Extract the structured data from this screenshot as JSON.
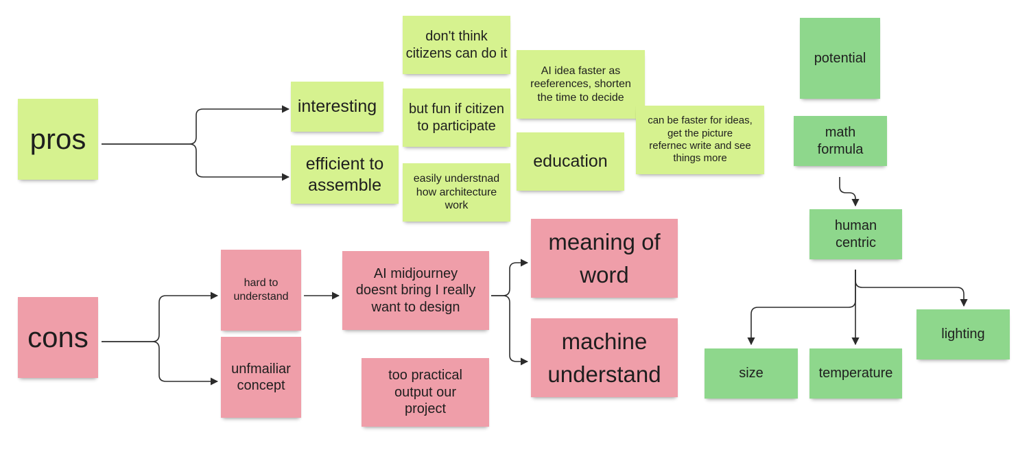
{
  "colors": {
    "pros_note": "#d6f28f",
    "cons_note": "#ef9ea9",
    "idea_note": "#8ed78c",
    "connector": "#2b2b2b",
    "canvas": "#ffffff"
  },
  "pros": {
    "title": "pros",
    "branches": [
      "interesting",
      "efficient to\nassemble"
    ],
    "comments": [
      "don't think\ncitizens can do it",
      "but fun if citizen\nto participate",
      "easily understnad\nhow architecture\nwork",
      "AI idea faster as\nreeferences, shorten\nthe time to decide",
      "education",
      "can be faster for ideas,\nget the picture\nrefernec write and see\nthings more"
    ]
  },
  "cons": {
    "title": "cons",
    "branches": [
      "hard to\nunderstand",
      "unfmailiar\nconcept"
    ],
    "middle": "AI midjourney\ndoesnt bring I really\nwant to design",
    "outcomes": [
      "meaning of\nword",
      "machine\nunderstand"
    ],
    "extra": "too practical\noutput our\nproject"
  },
  "idea": {
    "top": "potential",
    "formula": "math\nformula",
    "center": "human\ncentric",
    "children": [
      "size",
      "temperature",
      "lighting"
    ]
  }
}
